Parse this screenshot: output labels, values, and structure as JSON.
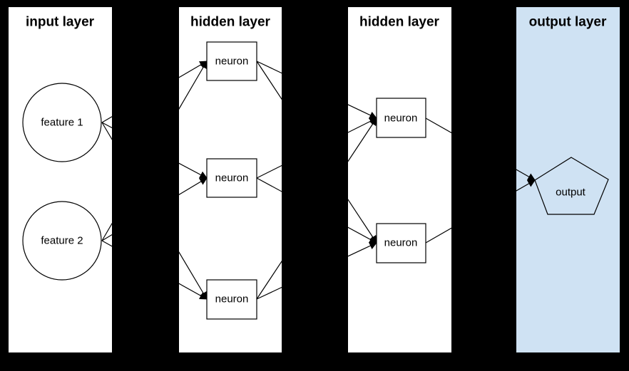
{
  "colors": {
    "background": "#000000",
    "panel_bg": "#ffffff",
    "output_panel_bg": "#cfe2f3",
    "stroke": "#000000",
    "text": "#000000"
  },
  "layers": [
    {
      "title": "input layer",
      "nodes": [
        {
          "id": "feature-1",
          "label": "feature 1",
          "shape": "circle"
        },
        {
          "id": "feature-2",
          "label": "feature 2",
          "shape": "circle"
        }
      ]
    },
    {
      "title": "hidden layer",
      "nodes": [
        {
          "id": "hidden1-neuron-1",
          "label": "neuron",
          "shape": "rectangle"
        },
        {
          "id": "hidden1-neuron-2",
          "label": "neuron",
          "shape": "rectangle"
        },
        {
          "id": "hidden1-neuron-3",
          "label": "neuron",
          "shape": "rectangle"
        }
      ]
    },
    {
      "title": "hidden layer",
      "nodes": [
        {
          "id": "hidden2-neuron-1",
          "label": "neuron",
          "shape": "rectangle"
        },
        {
          "id": "hidden2-neuron-2",
          "label": "neuron",
          "shape": "rectangle"
        }
      ]
    },
    {
      "title": "output layer",
      "nodes": [
        {
          "id": "output",
          "label": "output",
          "shape": "pentagon"
        }
      ]
    }
  ],
  "connections": [
    {
      "from": "feature-1",
      "to": "hidden1-neuron-1"
    },
    {
      "from": "feature-1",
      "to": "hidden1-neuron-2"
    },
    {
      "from": "feature-1",
      "to": "hidden1-neuron-3"
    },
    {
      "from": "feature-2",
      "to": "hidden1-neuron-1"
    },
    {
      "from": "feature-2",
      "to": "hidden1-neuron-2"
    },
    {
      "from": "feature-2",
      "to": "hidden1-neuron-3"
    },
    {
      "from": "hidden1-neuron-1",
      "to": "hidden2-neuron-1"
    },
    {
      "from": "hidden1-neuron-1",
      "to": "hidden2-neuron-2"
    },
    {
      "from": "hidden1-neuron-2",
      "to": "hidden2-neuron-1"
    },
    {
      "from": "hidden1-neuron-2",
      "to": "hidden2-neuron-2"
    },
    {
      "from": "hidden1-neuron-3",
      "to": "hidden2-neuron-1"
    },
    {
      "from": "hidden1-neuron-3",
      "to": "hidden2-neuron-2"
    },
    {
      "from": "hidden2-neuron-1",
      "to": "output"
    },
    {
      "from": "hidden2-neuron-2",
      "to": "output"
    }
  ]
}
